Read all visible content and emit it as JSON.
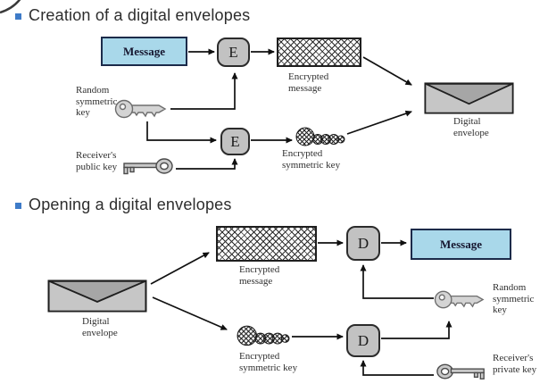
{
  "colors": {
    "bullet": "#3e7bc8",
    "message_fill": "#a9d8ea",
    "box_fill": "#c2c2c2",
    "envelope_body": "#c6c6c6",
    "envelope_flap": "#a6a6a6",
    "line": "#101010"
  },
  "icons": {
    "modern_key": "key-icon",
    "skeleton_key": "skeleton-key-icon",
    "encrypted_key": "encrypted-key-icon",
    "envelope": "envelope-icon",
    "bullet": "bullet-square-icon",
    "corner": "logo-arc-icon"
  },
  "creation": {
    "title": "Creation of a digital envelopes",
    "message": "Message",
    "e1": "E",
    "e2": "E",
    "encrypted_message": "Encrypted message",
    "random_symmetric_key": "Random symmetric key",
    "receivers_public_key": "Receiver's public key",
    "encrypted_symmetric_key": "Encrypted symmetric key",
    "digital_envelope": "Digital envelope"
  },
  "opening": {
    "title": "Opening a digital envelopes",
    "digital_envelope": "Digital envelope",
    "encrypted_message": "Encrypted message",
    "encrypted_symmetric_key": "Encrypted symmetric key",
    "d1": "D",
    "d2": "D",
    "message": "Message",
    "random_symmetric_key": "Random symmetric key",
    "receivers_private_key": "Receiver's private key"
  }
}
